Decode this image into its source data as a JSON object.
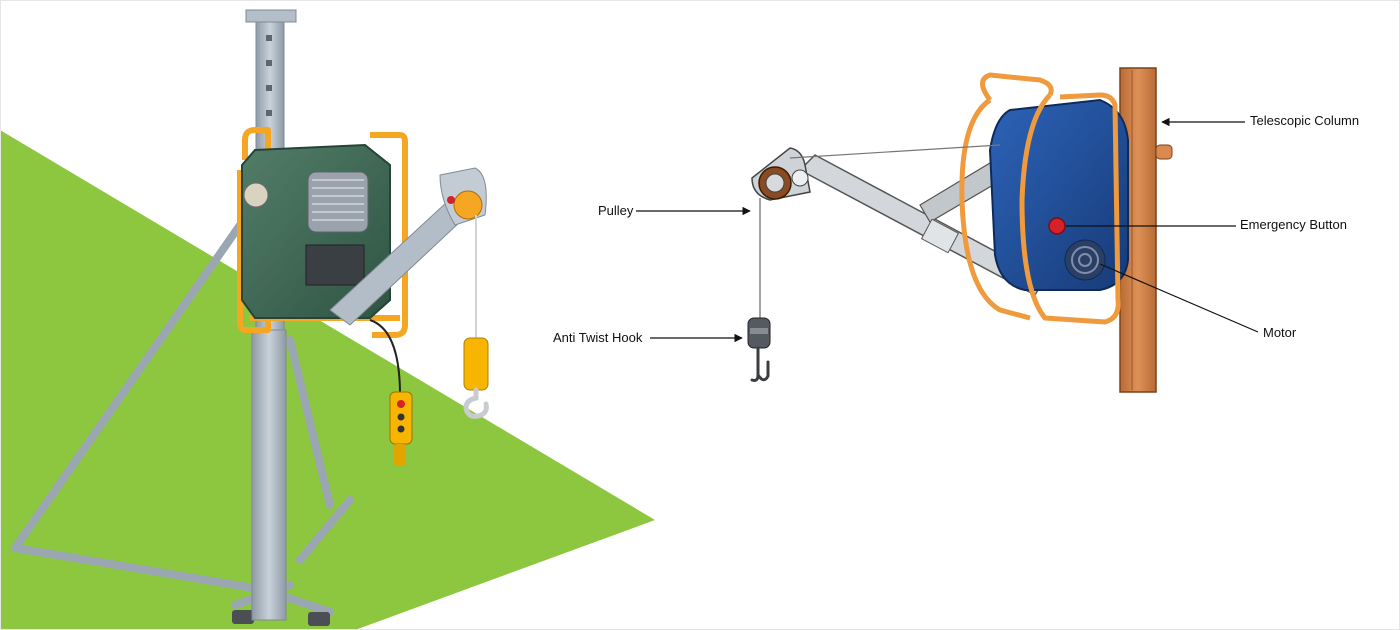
{
  "labels": {
    "telescopic_column": "Telescopic Column",
    "pulley": "Pulley",
    "emergency_button": "Emergency Button",
    "motor": "Motor",
    "anti_twist_hook": "Anti Twist Hook"
  },
  "colors": {
    "background_accent": "#8dc63f",
    "frame_orange": "#f5a623",
    "motor_housing_green": "#3f6b57",
    "motor_housing_blue": "#1f4f9e",
    "column_copper": "#c97b45",
    "hook_yellow": "#f7b500",
    "steel_grey": "#a9b4bf",
    "emergency_red": "#d6202a"
  },
  "icons": [
    "pulley-icon",
    "hook-icon",
    "emergency-button-icon",
    "motor-fan-icon"
  ]
}
